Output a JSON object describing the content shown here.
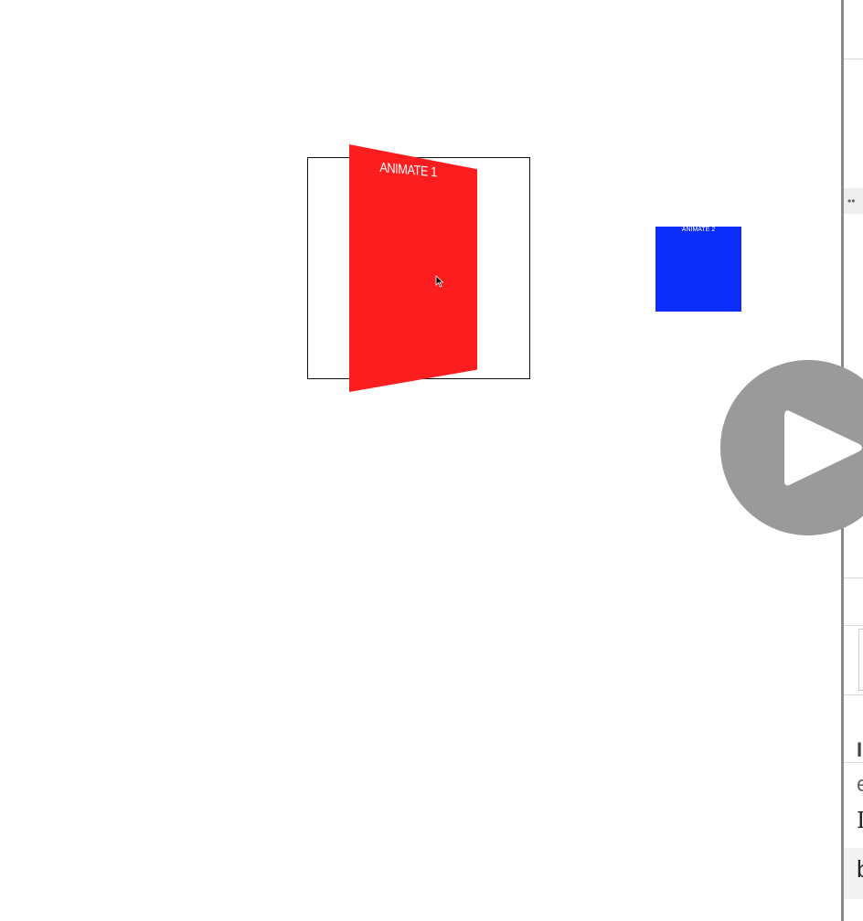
{
  "animations": {
    "animate1_label": "ANIMATE 1",
    "animate1_color": "#fc1e1e",
    "animate2_label": "ANIMATE 2",
    "animate2_color": "#0c2dfa"
  },
  "sidebar": {
    "dots": "••",
    "text_a": "I",
    "text_e": "e",
    "text_i": "I",
    "text_b": "b"
  },
  "overlay": {
    "play_icon": "play-icon",
    "play_color": "#9a9a9a"
  },
  "cursor_icon": "mouse-pointer-icon"
}
